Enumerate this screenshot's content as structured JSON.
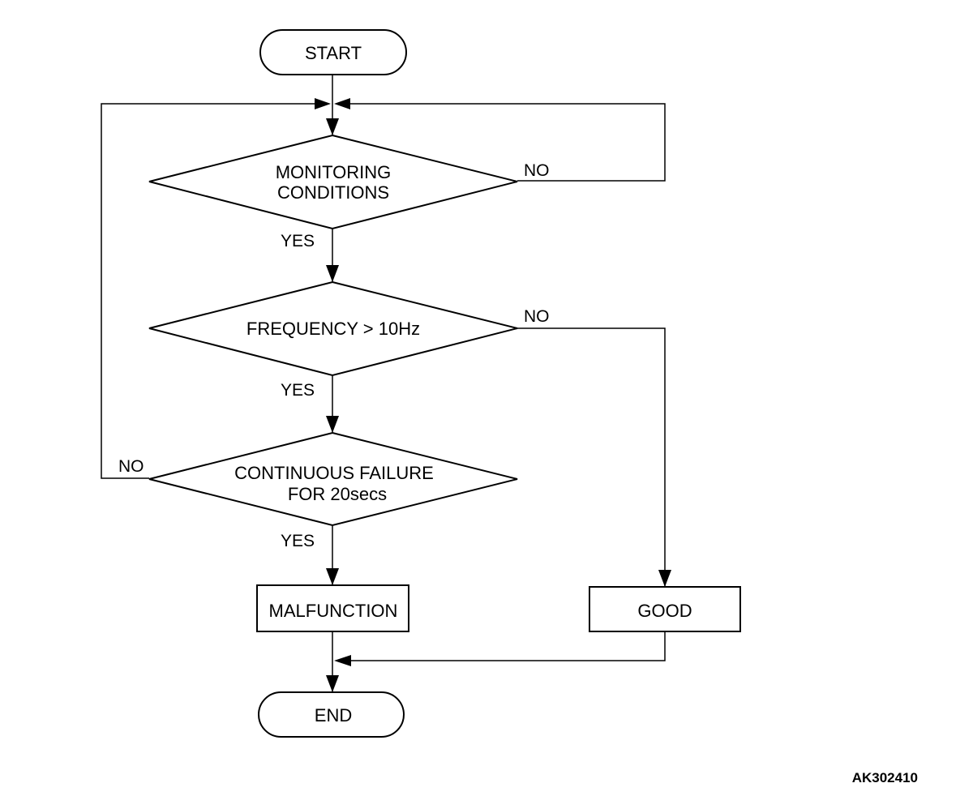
{
  "diagram": {
    "nodes": {
      "start": "START",
      "monitoring_line1": "MONITORING",
      "monitoring_line2": "CONDITIONS",
      "frequency": "FREQUENCY > 10Hz",
      "failure_line1": "CONTINUOUS FAILURE",
      "failure_line2": "FOR 20secs",
      "malfunction": "MALFUNCTION",
      "good": "GOOD",
      "end": "END"
    },
    "branches": {
      "monitoring_no": "NO",
      "monitoring_yes": "YES",
      "frequency_no": "NO",
      "frequency_yes": "YES",
      "failure_no": "NO",
      "failure_yes": "YES"
    },
    "figure_code": "AK302410"
  }
}
